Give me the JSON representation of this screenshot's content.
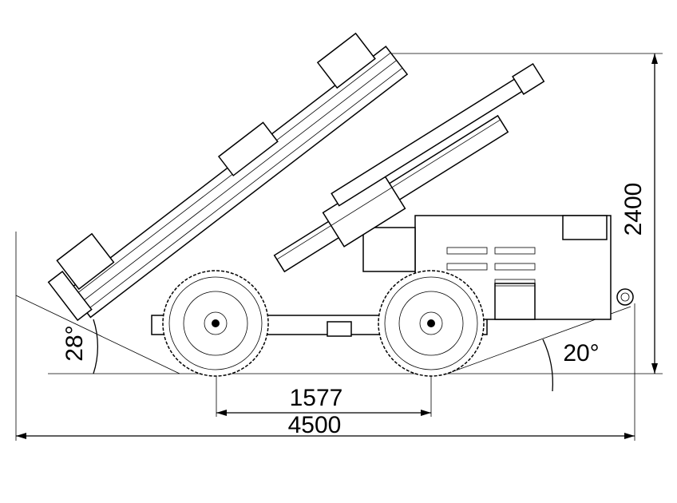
{
  "dimensions": {
    "height": "2400",
    "wheelbase": "1577",
    "length": "4500",
    "front_angle": "28°",
    "rear_angle": "20°"
  },
  "colors": {
    "line": "#000000",
    "background": "#ffffff"
  }
}
